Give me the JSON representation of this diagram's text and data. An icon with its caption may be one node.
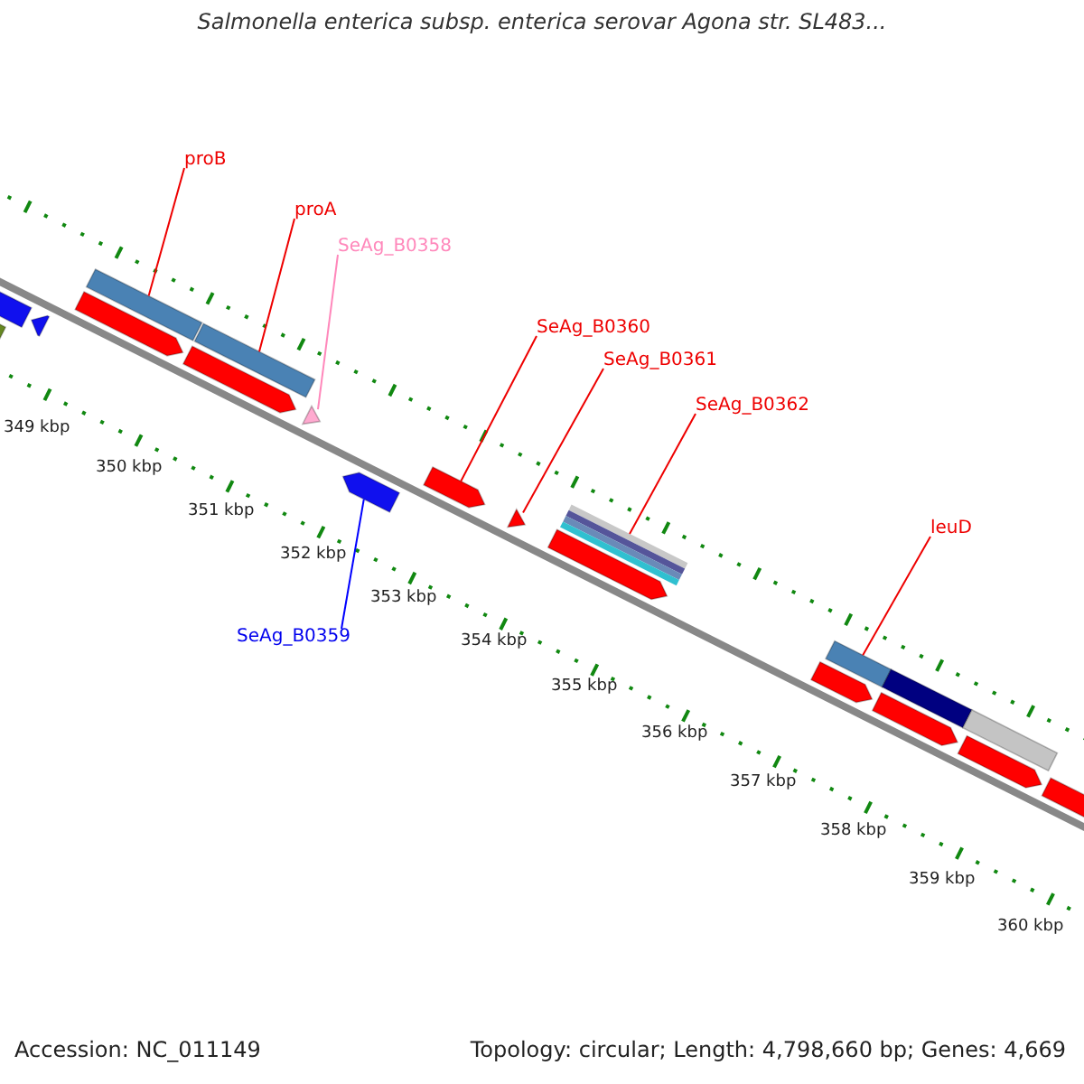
{
  "diagram": {
    "title": "Salmonella enterica subsp. enterica serovar Agona str. SL483...",
    "nodes": [
      {
        "text": [
          "proB"
        ]
      },
      {
        "text": [],
        "shape": "bar"
      },
      {
        "text": [
          "proA"
        ]
      },
      {
        "text": [],
        "shape": "bar"
      },
      {
        "text": [
          "SeAg_B0358"
        ]
      },
      {
        "text": [],
        "shape": "triangle"
      },
      {
        "text": [
          "SeAg_B0360"
        ]
      },
      {
        "text": [],
        "shape": "bar"
      },
      {
        "text": [
          "SeAg_B0361"
        ]
      },
      {
        "text": [],
        "shape": "triangle"
      },
      {
        "text": [
          "SeAg_B0362"
        ]
      },
      {
        "text": [],
        "shape": "bar"
      },
      {
        "text": [
          "leuD"
        ]
      },
      {
        "text": [],
        "shape": "bar"
      },
      {
        "text": [
          "SeAg_B0359"
        ]
      },
      {
        "text": [],
        "shape": "bar"
      }
    ],
    "edges": [
      {
        "from": 0,
        "to": 1,
        "arrow": "none"
      },
      {
        "from": 2,
        "to": 3,
        "arrow": "none"
      },
      {
        "from": 4,
        "to": 5,
        "arrow": "none",
        "color": "#ff88bb"
      },
      {
        "from": 6,
        "to": 7,
        "arrow": "none"
      },
      {
        "from": 8,
        "to": 9,
        "arrow": "none"
      },
      {
        "from": 10,
        "to": 11,
        "arrow": "none"
      },
      {
        "from": 12,
        "to": 13,
        "arrow": "none"
      },
      {
        "from": 14,
        "to": 15,
        "arrow": "none",
        "color": "#0000ff"
      }
    ],
    "labels": [
      "349 kbp",
      "350 kbp",
      "351 kbp",
      "352 kbp",
      "353 kbp",
      "354 kbp",
      "355 kbp",
      "356 kbp",
      "357 kbp",
      "358 kbp",
      "359 kbp",
      "360 kbp",
      "Accession: NC_011149",
      "Topology: circular; Length: 4,798,660 bp; Genes: 4,669"
    ]
  }
}
